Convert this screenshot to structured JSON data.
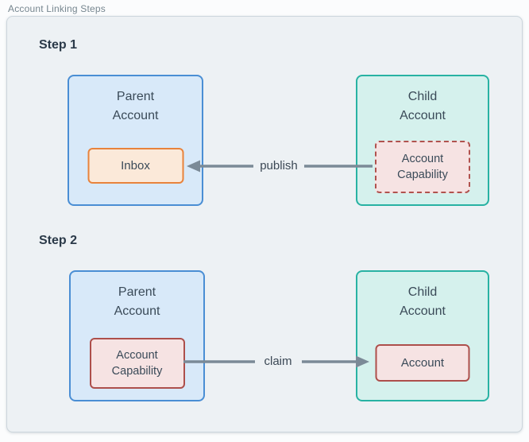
{
  "frame_label": "Account Linking Steps",
  "colors": {
    "canvas_fill": "#edf1f4",
    "canvas_border": "#ccd6dc",
    "parent_fill": "#d8e9f9",
    "parent_border": "#4a8ed4",
    "child_fill": "#d5f1ed",
    "child_border": "#28b2a3",
    "inbox_fill": "#fbe9d9",
    "inbox_border": "#e8833c",
    "capability_fill": "#f6e3e3",
    "capability_border": "#ad4f4b",
    "arrow": "#7b8a97",
    "heading_text": "#2b3a49",
    "box_text": "#3a4a58"
  },
  "steps": [
    {
      "heading": "Step 1",
      "parent_box": {
        "title": "Parent\nAccount",
        "inner_label": "Inbox"
      },
      "child_box": {
        "title": "Child\nAccount",
        "inner_label": "Account\nCapability"
      },
      "arrow": {
        "label": "publish",
        "direction": "right-to-left"
      }
    },
    {
      "heading": "Step 2",
      "parent_box": {
        "title": "Parent\nAccount",
        "inner_label": "Account\nCapability"
      },
      "child_box": {
        "title": "Child\nAccount",
        "inner_label": "Account"
      },
      "arrow": {
        "label": "claim",
        "direction": "left-to-right"
      }
    }
  ]
}
